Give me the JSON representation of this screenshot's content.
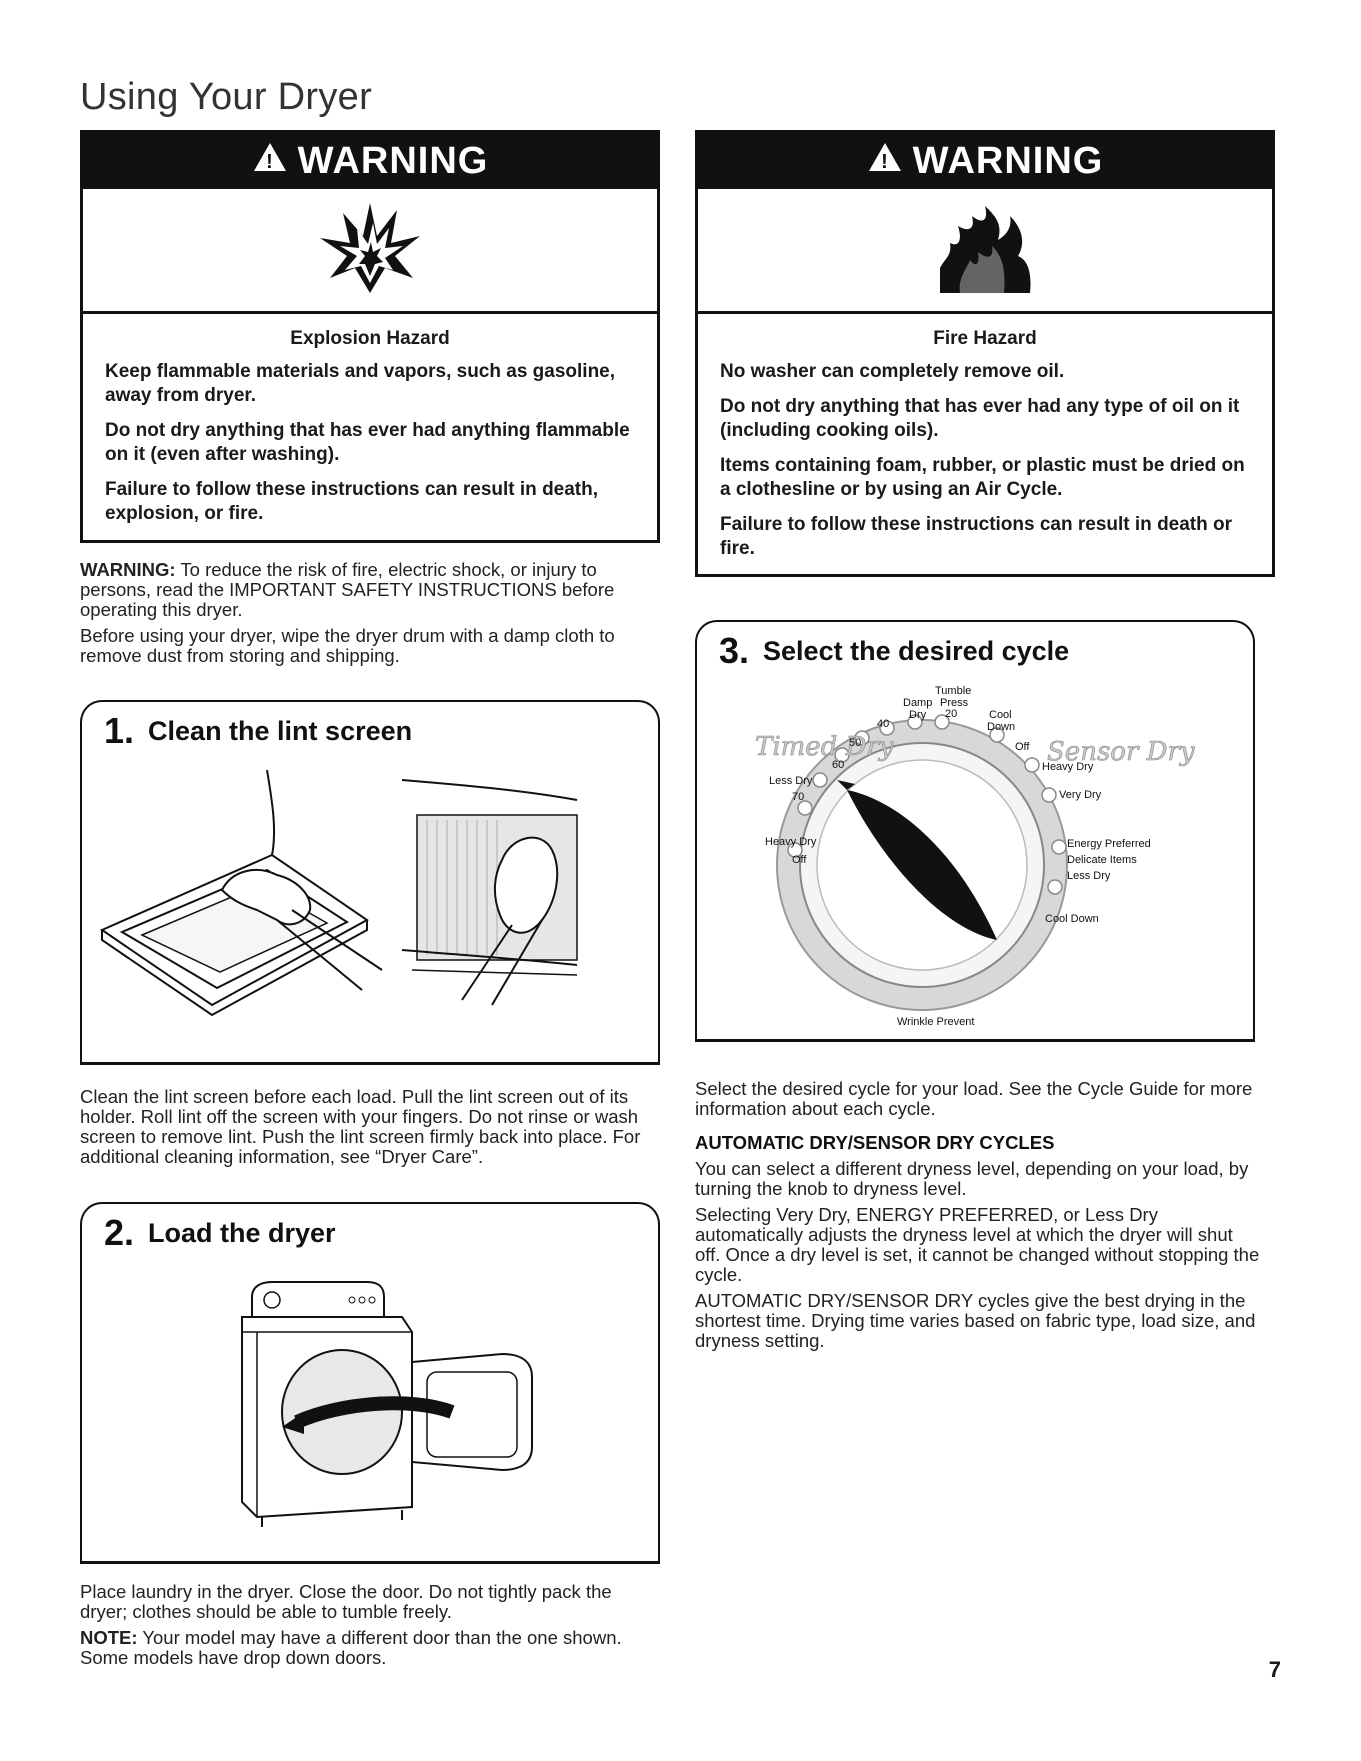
{
  "page": {
    "title": "Using Your Dryer",
    "number": "7"
  },
  "warning_left": {
    "header": "WARNING",
    "icon": "explosion-icon",
    "hazard": "Explosion Hazard",
    "lines": [
      "Keep flammable materials and vapors, such as gasoline, away from dryer.",
      "Do not dry anything that has ever had anything flammable on it (even after washing).",
      "Failure to follow these instructions can result in death, explosion, or fire."
    ]
  },
  "warning_right": {
    "header": "WARNING",
    "icon": "fire-icon",
    "hazard": "Fire Hazard",
    "lines": [
      "No washer can completely remove oil.",
      "Do not dry anything that has ever had any type of oil on it (including cooking oils).",
      "Items containing foam, rubber, or plastic must be dried on a clothesline or by using an Air Cycle.",
      "Failure to follow these instructions can result in death or fire."
    ]
  },
  "intro": {
    "warning_label": "WARNING:",
    "warning_text": " To reduce the risk of fire, electric shock, or injury to persons, read the IMPORTANT SAFETY INSTRUCTIONS before operating this dryer.",
    "before_use": "Before using your dryer, wipe the dryer drum with a damp cloth to remove dust from storing and shipping."
  },
  "step1": {
    "num": "1.",
    "title": "Clean the lint screen",
    "text": "Clean the lint screen before each load. Pull the lint screen out of its holder. Roll lint off the screen with your fingers. Do not rinse or wash screen to remove lint. Push the lint screen firmly back into place. For additional cleaning information, see “Dryer Care”."
  },
  "step2": {
    "num": "2.",
    "title": "Load the dryer",
    "text": "Place laundry in the dryer. Close the door. Do not tightly pack the dryer; clothes should be able to tumble freely.",
    "note_label": "NOTE:",
    "note_text": " Your model may have a different door than the one shown. Some models have drop down doors."
  },
  "step3": {
    "num": "3.",
    "title": "Select the desired cycle",
    "dial": {
      "timed_dry": "Timed Dry",
      "sensor_dry": "Sensor Dry",
      "labels": {
        "tumble_press": [
          "Tumble",
          "Press"
        ],
        "damp_dry": [
          "Damp",
          "Dry"
        ],
        "n20": "20",
        "n40": "40",
        "n50": "50",
        "n60": "60",
        "n70": "70",
        "less_dry_left": "Less Dry",
        "heavy_dry_left": "Heavy Dry",
        "off_left": "Off",
        "cool_down_top": [
          "Cool",
          "Down"
        ],
        "off_right": "Off",
        "heavy_dry_right": "Heavy Dry",
        "very_dry": "Very Dry",
        "energy_preferred": "Energy Preferred",
        "delicate_items": "Delicate Items",
        "less_dry_right": "Less Dry",
        "cool_down_bottom": "Cool Down",
        "wrinkle_prevent": "Wrinkle Prevent"
      }
    },
    "text": "Select the desired cycle for your load. See the Cycle Guide for more information about each cycle.",
    "section_heading": "AUTOMATIC DRY/SENSOR DRY CYCLES",
    "paras": [
      "You can select a different dryness level, depending on your load, by turning the knob to dryness level.",
      "Selecting Very Dry, ENERGY PREFERRED, or Less Dry automatically adjusts the dryness level at which the dryer will shut off. Once a dry level is set, it cannot be changed without stopping the cycle.",
      "AUTOMATIC DRY/SENSOR DRY cycles give the best drying in the shortest time. Drying time varies based on fabric type, load size, and dryness setting."
    ]
  }
}
